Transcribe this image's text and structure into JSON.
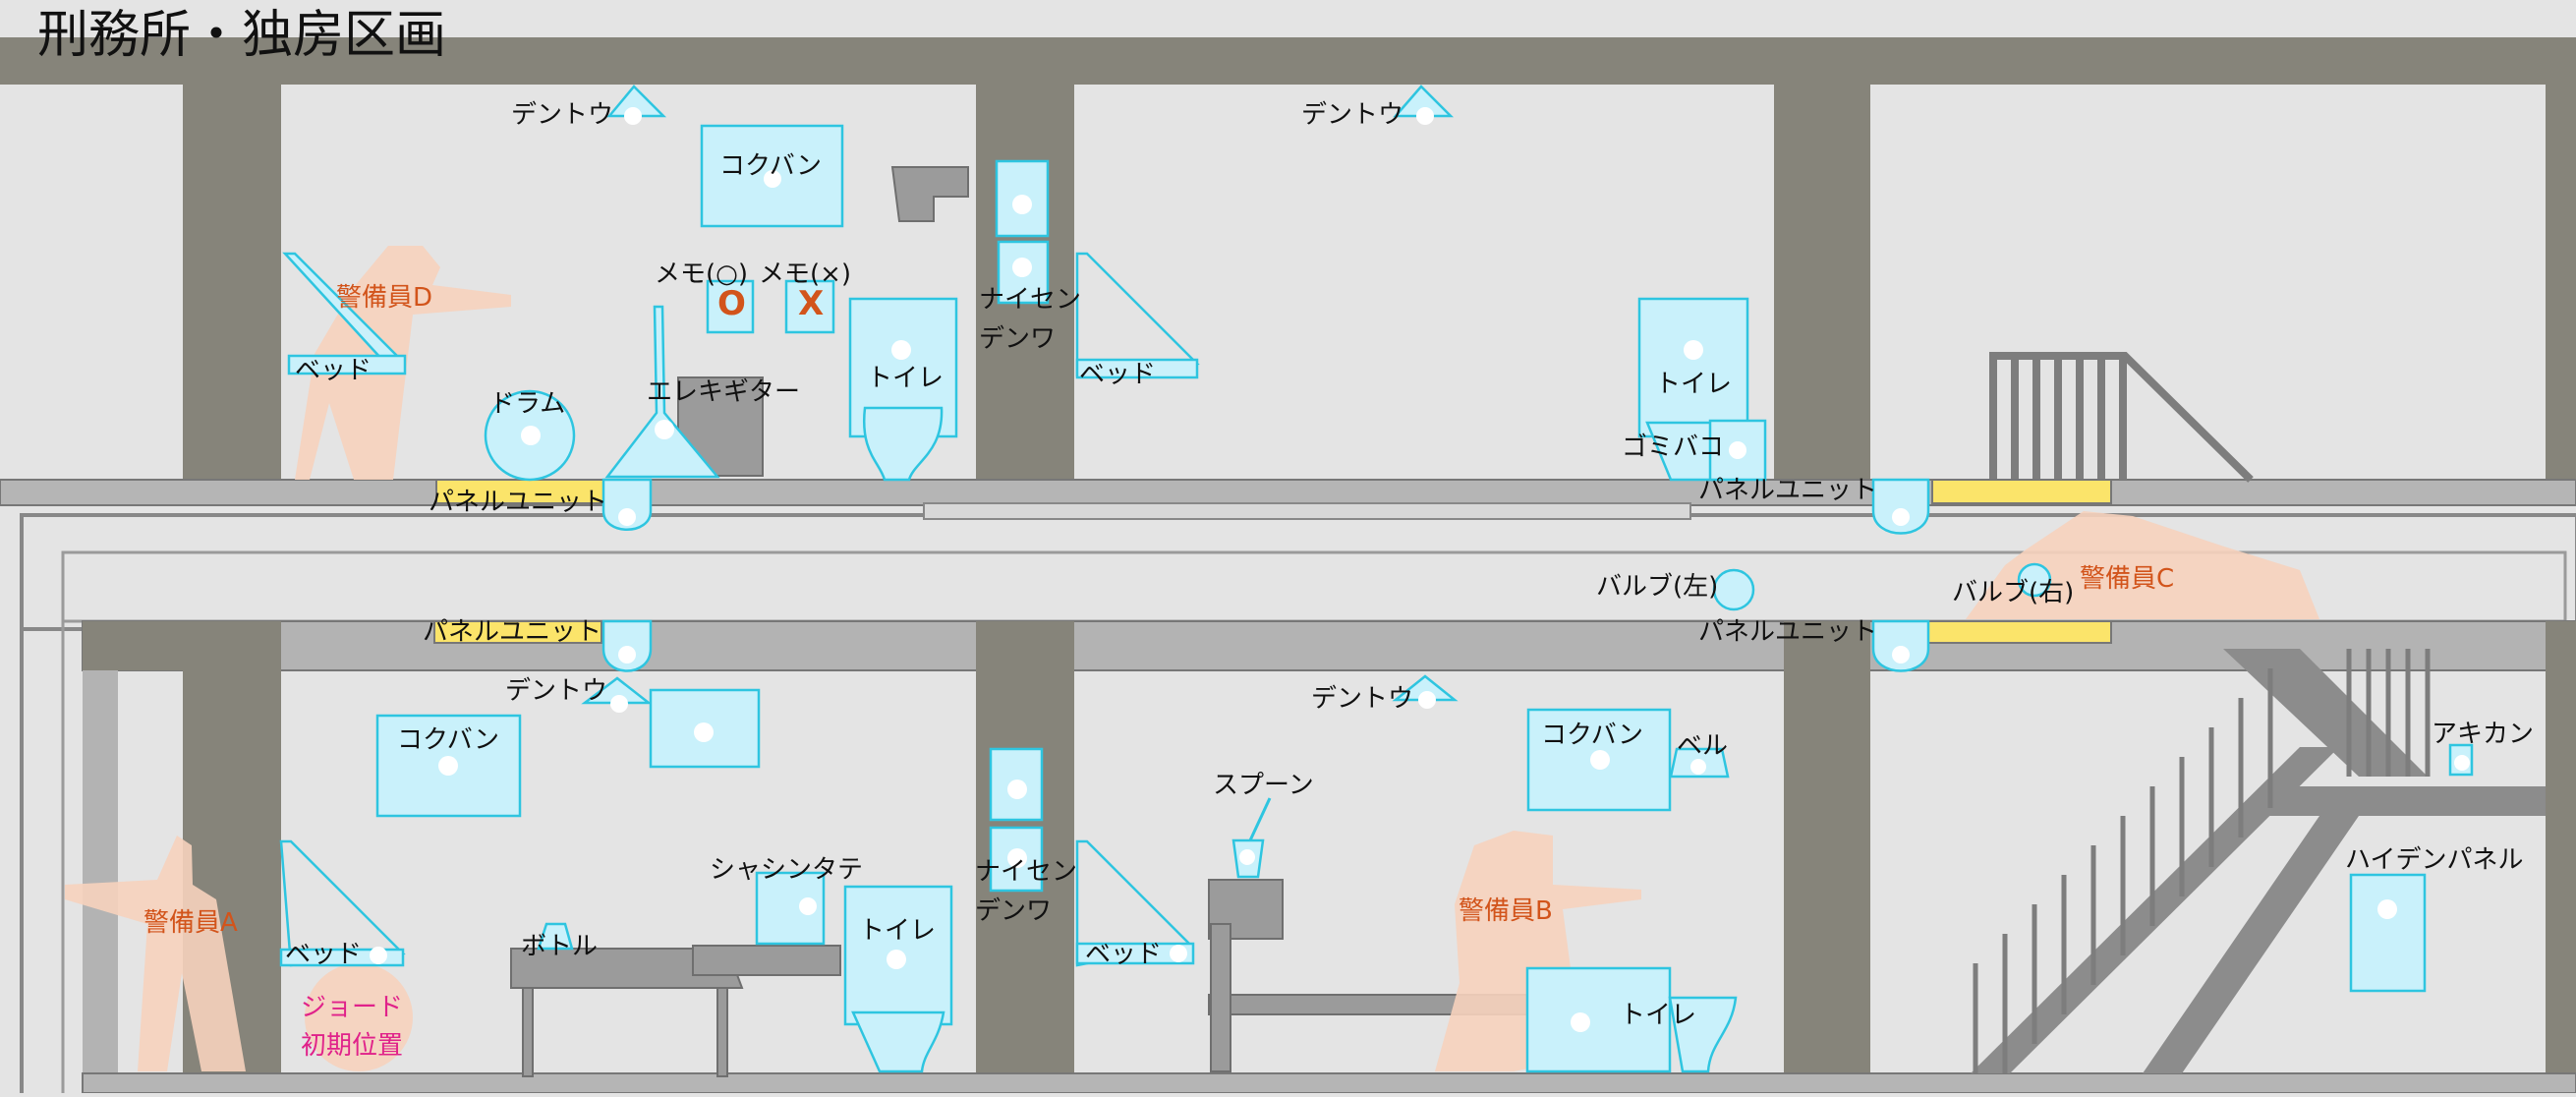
{
  "title": "刑務所・独房区画",
  "labels": {
    "dentou_1": "デントウ",
    "kokuban_1": "コクバン",
    "memo_o": "メモ(○)",
    "memo_x": "メモ(×)",
    "memo_o_mark": "O",
    "memo_x_mark": "X",
    "naisen_1a": "ナイセン",
    "naisen_1b": "デンワ",
    "dentou_2": "デントウ",
    "guard_d": "警備員D",
    "bed_1": "ベッド",
    "drum": "ドラム",
    "elekiguitar": "エレキギター",
    "toilet_1": "トイレ",
    "bed_2": "ベッド",
    "toilet_2": "トイレ",
    "gomibako": "ゴミバコ",
    "panel_1": "パネルユニット",
    "panel_2": "パネルユニット",
    "bulb_l": "バルブ(左)",
    "bulb_r": "バルブ(右)",
    "guard_c": "警備員C",
    "panel_3": "パネルユニット",
    "panel_4": "パネルユニット",
    "dentou_3": "デントウ",
    "kokuban_2": "コクバン",
    "dentou_4": "デントウ",
    "kokuban_3": "コクバン",
    "bell": "ベル",
    "akikan": "アキカン",
    "spoon": "スプーン",
    "shashintate": "シャシンタテ",
    "naisen_2a": "ナイセン",
    "naisen_2b": "デンワ",
    "toilet_3": "トイレ",
    "guard_a": "警備員A",
    "bed_3": "ベッド",
    "bottle": "ボトル",
    "start_1": "ジョード",
    "start_2": "初期位置",
    "bed_4": "ベッド",
    "guard_b": "警備員B",
    "toilet_4": "トイレ",
    "hidden_panel": "ハイデンパネル"
  },
  "colors": {
    "wall": "#86847a",
    "room": "#e4e4e4",
    "object_fill": "#c9f1fb",
    "object_stroke": "#2ec5e0",
    "panel_yellow": "#fbe46a",
    "guard": "#d2541b",
    "guard_silhouette": "#f6d2bd",
    "start": "#e0228a",
    "furniture": "#9b9b9b"
  }
}
